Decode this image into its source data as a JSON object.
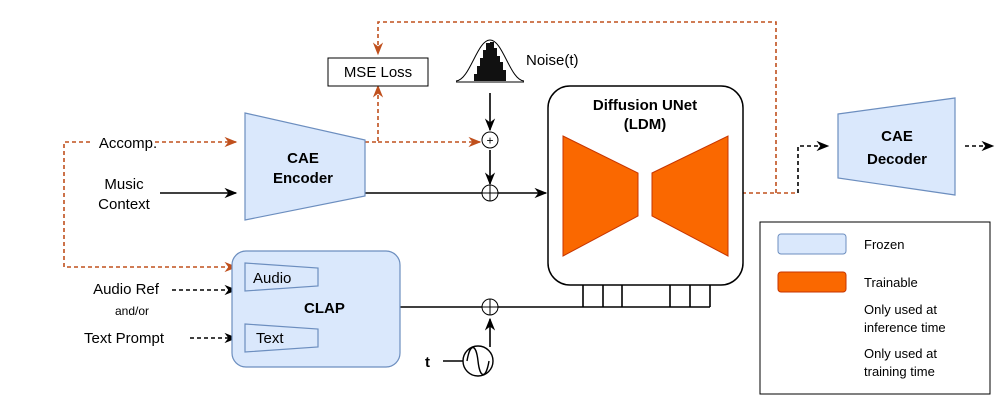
{
  "inputs": {
    "accomp": "Accomp.",
    "music_context_line1": "Music",
    "music_context_line2": "Context",
    "audio_ref": "Audio Ref",
    "and_or": "and/or",
    "text_prompt": "Text Prompt",
    "t": "t"
  },
  "blocks": {
    "mse_loss": "MSE Loss",
    "noise": "Noise(t)",
    "cae_encoder_line1": "CAE",
    "cae_encoder_line2": "Encoder",
    "unet_line1": "Diffusion UNet",
    "unet_line2": "(LDM)",
    "cae_decoder_line1": "CAE",
    "cae_decoder_line2": "Decoder",
    "clap": "CLAP",
    "clap_audio": "Audio",
    "clap_text": "Text"
  },
  "legend": {
    "frozen": "Frozen",
    "trainable": "Trainable",
    "inference_line1": "Only used at",
    "inference_line2": "inference time",
    "training_line1": "Only used at",
    "training_line2": "training time"
  },
  "colors": {
    "frozen_fill": "#dae8fc",
    "frozen_stroke": "#6c8ebf",
    "trainable_fill": "#fa6800",
    "trainable_stroke": "#c73500",
    "training_arrow": "#c0501d",
    "inference_arrow": "#000000"
  }
}
